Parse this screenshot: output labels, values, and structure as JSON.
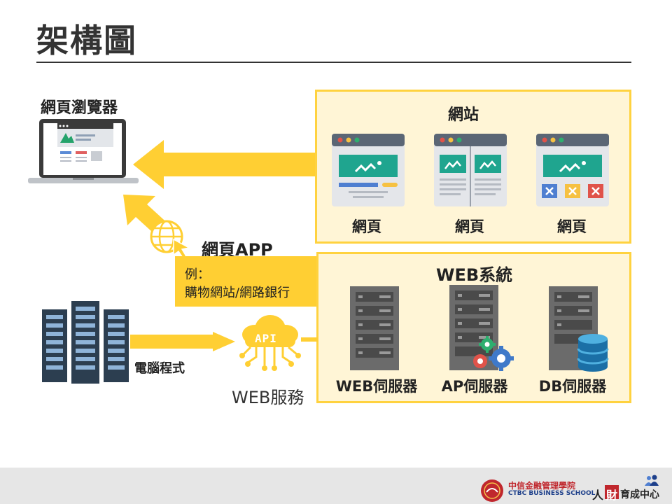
{
  "slide": {
    "title": "架構圖"
  },
  "browser": {
    "label": "網頁瀏覽器"
  },
  "website": {
    "label": "網站",
    "pages": [
      {
        "label": "網頁"
      },
      {
        "label": "網頁"
      },
      {
        "label": "網頁"
      }
    ]
  },
  "webapp": {
    "label": "網頁APP",
    "example_line1": "例：",
    "example_line2": "購物網站/網路銀行"
  },
  "websystem": {
    "label": "WEB系統",
    "servers": [
      {
        "label": "WEB伺服器"
      },
      {
        "label": "AP伺服器"
      },
      {
        "label": "DB伺服器"
      }
    ]
  },
  "program": {
    "label": "電腦程式"
  },
  "webservice": {
    "api_text": "API",
    "label": "WEB服務"
  },
  "footer": {
    "school_cn": "中信金融管理學院",
    "school_en": "CTBC BUSINESS SCHOOL",
    "center_char1": "人",
    "center_char2": "財",
    "center_rest": "育成中心"
  },
  "colors": {
    "accent_yellow": "#ffcf33",
    "panel_fill": "#fff5d6",
    "panel_border": "#ffd23f",
    "teal": "#1fa58f",
    "server_gray": "#6b6b6b"
  }
}
